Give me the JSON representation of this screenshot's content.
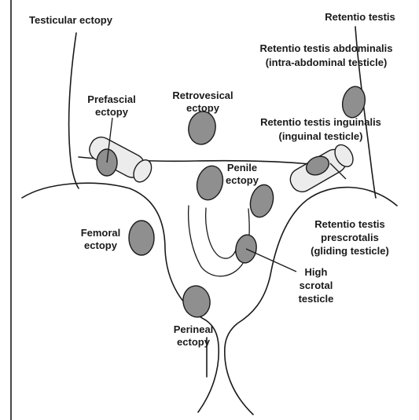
{
  "labels": {
    "testicular_ectopy": "Testicular ectopy",
    "retentio_testis": "Retentio testis",
    "abdominalis_1": "Retentio testis abdominalis",
    "abdominalis_2": "(intra-abdominal testicle)",
    "prefascial_1": "Prefascial",
    "prefascial_2": "ectopy",
    "retrovesical_1": "Retrovesical",
    "retrovesical_2": "ectopy",
    "inguinalis_1": "Retentio testis inguinalis",
    "inguinalis_2": "(inguinal testicle)",
    "penile_1": "Penile",
    "penile_2": "ectopy",
    "femoral_1": "Femoral",
    "femoral_2": "ectopy",
    "prescrotalis_1": "Retentio testis",
    "prescrotalis_2": "prescrotalis",
    "prescrotalis_3": "(gliding testicle)",
    "high_scrotal_1": "High",
    "high_scrotal_2": "scrotal",
    "high_scrotal_3": "testicle",
    "perineal_1": "Perineal",
    "perineal_2": "ectopy"
  },
  "colors": {
    "testis_fill": "#8f8f8f",
    "canal_fill": "#ececec",
    "line": "#1a1a1a",
    "background": "#ffffff"
  }
}
